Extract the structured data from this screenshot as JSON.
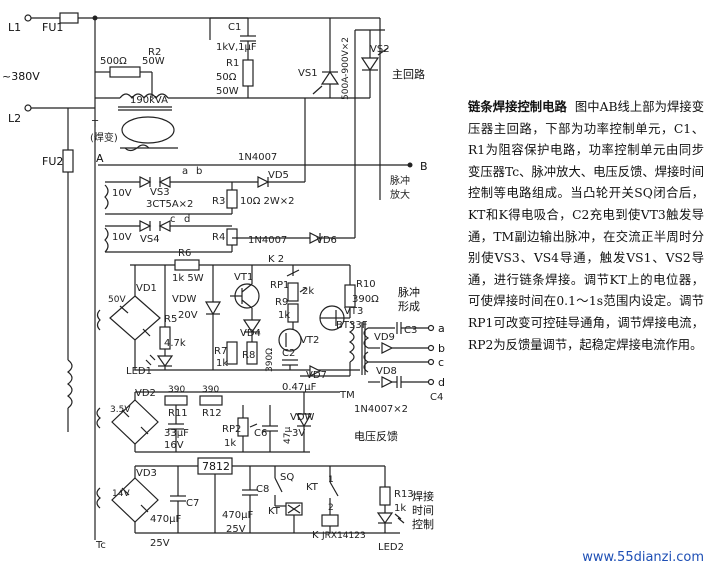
{
  "labels": {
    "L1": "L1",
    "FU1": "FU1",
    "v380": "~380V",
    "L2": "L2",
    "FU2": "FU2",
    "R2name": "R2",
    "R2ohm": "500Ω",
    "R2w": "50W",
    "C1name": "C1",
    "C1val": "1kV,1μF",
    "R1name": "R1",
    "R1ohm": "50Ω",
    "R1w": "50W",
    "VS1": "VS1",
    "VS2": "VS2",
    "mainloop": "主回路",
    "thy": "500A-900V×2",
    "kva": "190kVA",
    "T": "T",
    "Thanbian": "(焊变)",
    "A": "A",
    "B": "B",
    "diode1": "1N4007",
    "VD5": "VD5",
    "pulseAmp1": "脉冲",
    "pulseAmp2": "放大",
    "v10a": "10V",
    "VS3": "VS3",
    "VS3type": "3CT5A×2",
    "R3": "R3",
    "R3val": "10Ω 2W×2",
    "ta": "a",
    "tb": "b",
    "v10b": "10V",
    "VS4": "VS4",
    "tc": "c",
    "td": "d",
    "R4": "R4",
    "diode2": "1N4007",
    "VD6": "VD6",
    "R6": "R6",
    "R6val": "1k 5W",
    "K2": "K 2",
    "R10": "R10",
    "R10val": "390Ω",
    "VD1": "VD1",
    "v50": "50V",
    "VDW": "VDW",
    "v20": "20V",
    "VT1": "VT1",
    "RP1": "RP1",
    "RP1val": "2k",
    "R9": "R9",
    "R9val": "1k",
    "pulseForm1": "脉冲",
    "pulseForm2": "形成",
    "VT3": "VT3",
    "BT33F": "BT33F",
    "C3": "C3",
    "o_a": "a",
    "o_b": "b",
    "o_c": "c",
    "o_d": "d",
    "R5": "R5",
    "R5val": "4.7k",
    "VD4": "VD4",
    "R7": "R7",
    "R7val": "1k",
    "R8": "R8",
    "VT2": "VT2",
    "C2": "C2",
    "ohm390": "390Ω",
    "VD9": "VD9",
    "VD8": "VD8",
    "VD7": "VD7",
    "LED1": "LED1",
    "c047": "0.47μF",
    "TM": "TM",
    "C4": "C4",
    "diode3": "1N4007×2",
    "VD2": "VD2",
    "v35": "3.5V",
    "r390a": "390",
    "r390b": "390",
    "R11": "R11",
    "R12": "R12",
    "VDW2": "VDW",
    "v3": "3V",
    "RP2": "RP2",
    "RP2val": "1k",
    "C6": "C6",
    "C6val": "47μ",
    "C5val": "33μF",
    "v16a": "16V",
    "vfb": "电压反馈",
    "reg": "7812",
    "SQ": "SQ",
    "KT1": "KT",
    "VD3": "VD3",
    "v14": "14V",
    "C7": "C7",
    "C7val": "470μF",
    "v25a": "25V",
    "C8": "C8",
    "C8val": "470μF",
    "v25b": "25V",
    "KT2": "KT",
    "K1": "K",
    "relay": "JRX14123",
    "R13": "R13",
    "R13val": "1k",
    "LED2": "LED2",
    "weld1": "焊接",
    "weld2": "时间",
    "weld3": "控制",
    "Tc": "Tc",
    "n1": "1",
    "n2": "2"
  },
  "caption": {
    "title": "链条焊接控制电路",
    "body": "图中AB线上部为焊接变压器主回路，下部为功率控制单元，C1、R1为阻容保护电路，功率控制单元由同步变压器Tc、脉冲放大、电压反馈、焊接时间控制等电路组成。当凸轮开关SQ闭合后，KT和K得电吸合，C2充电到使VT3触发导通，TM副边输出脉冲，在交流正半周时分别使VS3、VS4导通，触发VS1、VS2导通，进行链条焊接。调节KT上的电位器，可使焊接时间在0.1～1s范围内设定。调节RP1可改变可控硅导通角，调节焊接电流，RP2为反馈量调节，起稳定焊接电流作用。"
  },
  "watermark": "www.55dianzi.com"
}
